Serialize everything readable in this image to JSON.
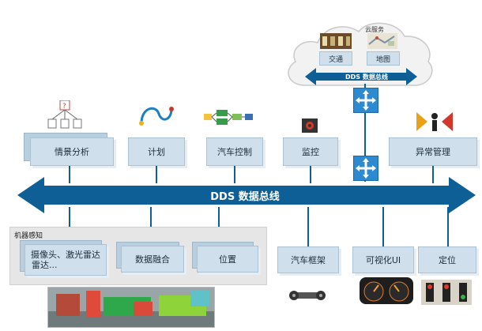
{
  "bus": {
    "main_label": "DDS 数据总线",
    "cloud_label": "DDS 数据总线"
  },
  "cloud": {
    "title": "云服务",
    "traffic": "交通",
    "map": "地图"
  },
  "top_modules": {
    "scene_analysis": "情景分析",
    "planning": "计划",
    "vehicle_control": "汽车控制",
    "monitoring": "监控",
    "anomaly_management": "异常管理"
  },
  "perception": {
    "title": "机器感知",
    "camera_lidar": "摄像头、激光雷达",
    "radar": "雷达...",
    "data_fusion": "数据融合",
    "position": "位置"
  },
  "bottom_modules": {
    "chassis": "汽车框架",
    "visualization": "可视化UI",
    "localization": "定位"
  },
  "colors": {
    "bus": "#0e5f95",
    "box": "#cfe0ec",
    "router": "#2d8ad0"
  },
  "icons": [
    "decision-tree-icon",
    "planning-path-icon",
    "control-flow-icon",
    "gear-monitor-icon",
    "warning-person-icon",
    "car-chassis-icon",
    "dashboard-gauge-icon",
    "traffic-light-icon",
    "router-icon"
  ]
}
